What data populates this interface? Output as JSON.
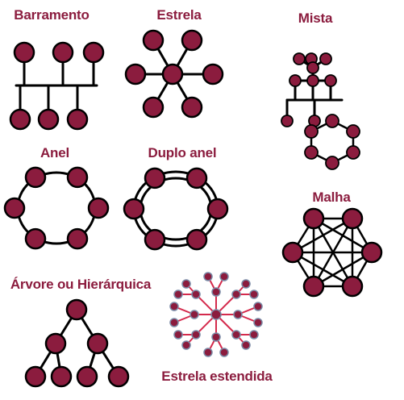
{
  "titles": {
    "bus": "Barramento",
    "star": "Estrela",
    "mixed": "Mista",
    "ring": "Anel",
    "double_ring": "Duplo anel",
    "mesh": "Malha",
    "tree": "Árvore ou Hierárquica",
    "extended_star": "Estrela estendida"
  },
  "colors": {
    "node_fill": "#8b1c3e",
    "node_stroke": "#000000",
    "line": "#000000",
    "title": "#8b1c3e",
    "ext_line": "#d42a4c",
    "ext_node_fill": "#8b1c3e",
    "ext_node_stroke": "#7a8aa6"
  }
}
